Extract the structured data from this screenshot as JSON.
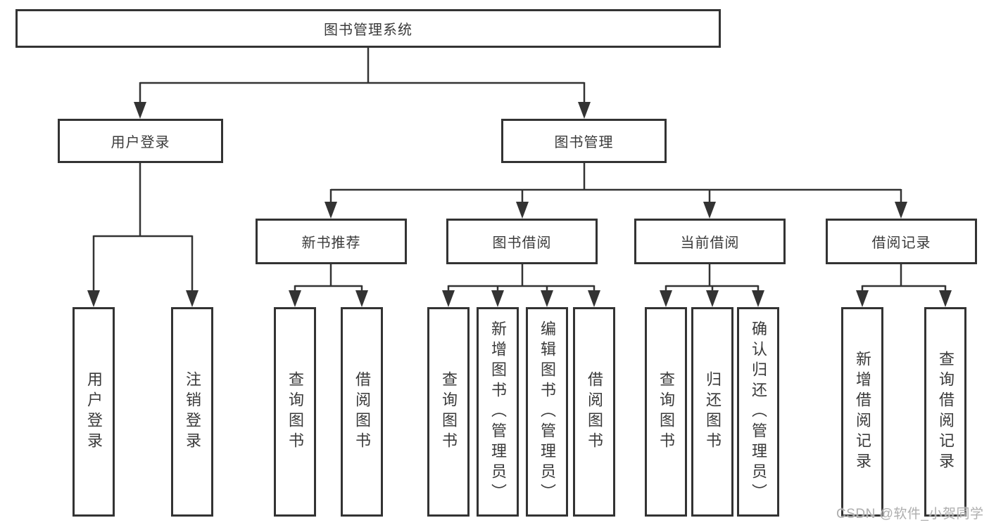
{
  "tree": {
    "root": "图书管理系统",
    "children": [
      {
        "label": "用户登录",
        "children": [
          "用户登录",
          "注销登录"
        ]
      },
      {
        "label": "图书管理",
        "children": [
          {
            "label": "新书推荐",
            "children": [
              "查询图书",
              "借阅图书"
            ]
          },
          {
            "label": "图书借阅",
            "children": [
              "查询图书",
              "新增图书（管理员）",
              "编辑图书（管理员）",
              "借阅图书"
            ]
          },
          {
            "label": "当前借阅",
            "children": [
              "查询图书",
              "归还图书",
              "确认归还（管理员）"
            ]
          },
          {
            "label": "借阅记录",
            "children": [
              "新增借阅记录",
              "查询借阅记录"
            ]
          }
        ]
      }
    ]
  },
  "watermark": "CSDN @软件_小贺同学",
  "colors": {
    "line": "#333333",
    "text": "#3a3a3a",
    "watermark": "#aeaeae",
    "background": "#ffffff"
  }
}
